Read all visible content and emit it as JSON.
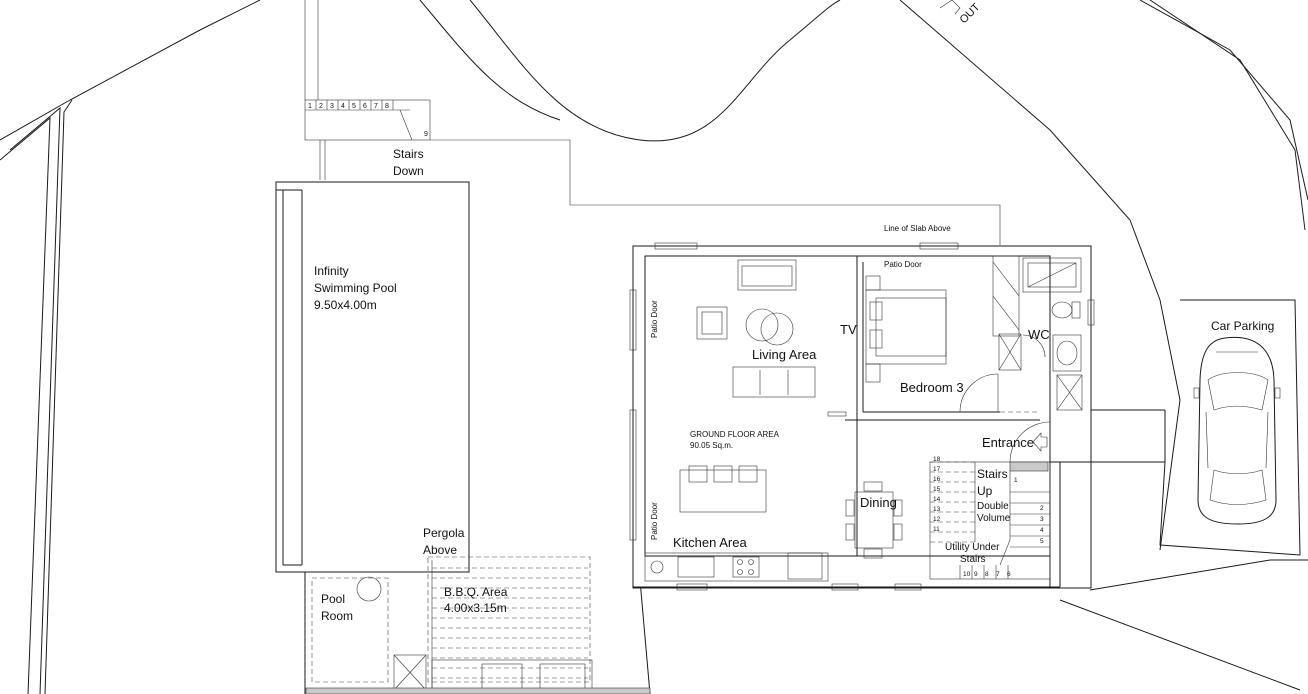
{
  "labels": {
    "out": "OUT",
    "stairs_down_1": "Stairs",
    "stairs_down_2": "Down",
    "pool_1": "Infinity",
    "pool_2": "Swimming Pool",
    "pool_3": "9.50x4.00m",
    "slab": "Line of Slab Above",
    "patio_door_top": "Patio Door",
    "patio_door_left": "Patio Door",
    "patio_door_left2": "Patio Door",
    "tv": "TV",
    "wc": "WC",
    "living": "Living Area",
    "bedroom": "Bedroom 3",
    "ground_area_1": "GROUND FLOOR AREA",
    "ground_area_2": "90.05 Sq.m.",
    "entrance": "Entrance",
    "car_parking": "Car Parking",
    "stairs_up_1": "Stairs",
    "stairs_up_2": "Up",
    "double_1": "Double",
    "double_2": "Volume",
    "utility_1": "Utility Under",
    "utility_2": "Stairs",
    "dining": "Dining",
    "kitchen": "Kitchen Area",
    "pergola_1": "Pergola",
    "pergola_2": "Above",
    "pool_room_1": "Pool",
    "pool_room_2": "Room",
    "bbq_1": "B.B.Q. Area",
    "bbq_2": "4.00x3.15m"
  },
  "stairs_top_numbers": [
    "1",
    "2",
    "3",
    "4",
    "5",
    "6",
    "7",
    "8",
    "9"
  ],
  "stairs_left_numbers": [
    "18",
    "17",
    "16",
    "15",
    "14",
    "13",
    "12",
    "11"
  ],
  "stairs_right_numbers": [
    "1",
    "2",
    "3",
    "4",
    "5"
  ],
  "stairs_bottom_numbers": [
    "10",
    "9",
    "8",
    "7",
    "6"
  ]
}
